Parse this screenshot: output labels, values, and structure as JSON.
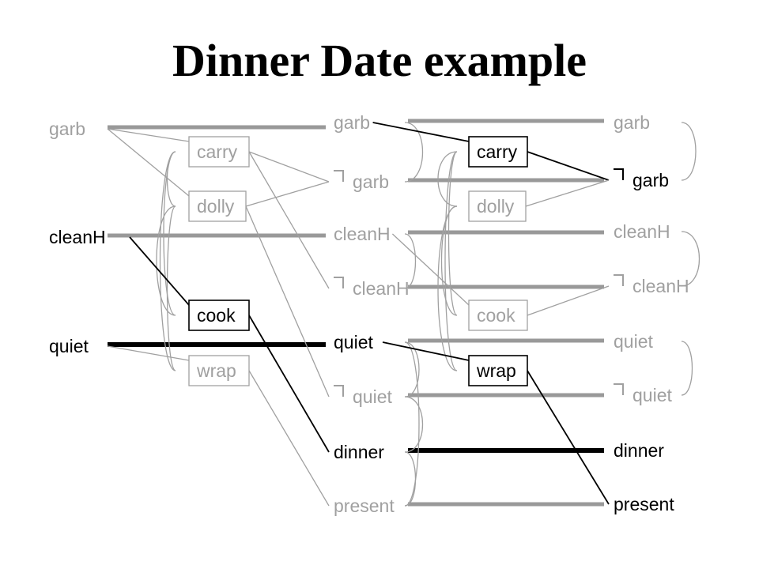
{
  "title": "Dinner Date example",
  "colors": {
    "active": "#000000",
    "inactive": "#a0a0a0",
    "bar_inactive": "#999999",
    "background": "#ffffff"
  },
  "neg_symbol": "¬",
  "levels": [
    {
      "props": [
        {
          "id": "L0-garb",
          "label": "garb",
          "negated": false,
          "active": false
        },
        {
          "id": "L0-cleanH",
          "label": "cleanH",
          "negated": false,
          "active": true
        },
        {
          "id": "L0-quiet",
          "label": "quiet",
          "negated": false,
          "active": true
        }
      ],
      "bars": [
        {
          "prop": "L0-garb",
          "active": false
        },
        {
          "prop": "L0-cleanH",
          "active": false
        },
        {
          "prop": "L0-quiet",
          "active": true
        }
      ]
    },
    {
      "props": [
        {
          "id": "L1-garb",
          "label": "garb",
          "negated": false,
          "active": false
        },
        {
          "id": "L1-ngarb",
          "label": "garb",
          "negated": true,
          "active": false
        },
        {
          "id": "L1-cleanH",
          "label": "cleanH",
          "negated": false,
          "active": false
        },
        {
          "id": "L1-ncleanH",
          "label": "cleanH",
          "negated": true,
          "active": false
        },
        {
          "id": "L1-quiet",
          "label": "quiet",
          "negated": false,
          "active": true
        },
        {
          "id": "L1-nquiet",
          "label": "quiet",
          "negated": true,
          "active": false
        },
        {
          "id": "L1-dinner",
          "label": "dinner",
          "negated": false,
          "active": true
        },
        {
          "id": "L1-present",
          "label": "present",
          "negated": false,
          "active": false
        }
      ],
      "bars": [
        {
          "prop": "L1-garb",
          "active": false
        },
        {
          "prop": "L1-ngarb",
          "active": false
        },
        {
          "prop": "L1-cleanH",
          "active": false
        },
        {
          "prop": "L1-ncleanH",
          "active": false
        },
        {
          "prop": "L1-quiet",
          "active": false
        },
        {
          "prop": "L1-nquiet",
          "active": false
        },
        {
          "prop": "L1-dinner",
          "active": true
        },
        {
          "prop": "L1-present",
          "active": false
        }
      ]
    },
    {
      "props": [
        {
          "id": "L2-garb",
          "label": "garb",
          "negated": false,
          "active": false
        },
        {
          "id": "L2-ngarb",
          "label": "garb",
          "negated": true,
          "active": true
        },
        {
          "id": "L2-cleanH",
          "label": "cleanH",
          "negated": false,
          "active": false
        },
        {
          "id": "L2-ncleanH",
          "label": "cleanH",
          "negated": true,
          "active": false
        },
        {
          "id": "L2-quiet",
          "label": "quiet",
          "negated": false,
          "active": false
        },
        {
          "id": "L2-nquiet",
          "label": "quiet",
          "negated": true,
          "active": false
        },
        {
          "id": "L2-dinner",
          "label": "dinner",
          "negated": false,
          "active": true
        },
        {
          "id": "L2-present",
          "label": "present",
          "negated": false,
          "active": true
        }
      ],
      "bars": []
    }
  ],
  "actions": [
    {
      "id": "A1-carry",
      "label": "carry",
      "active": false
    },
    {
      "id": "A1-dolly",
      "label": "dolly",
      "active": false
    },
    {
      "id": "A1-cook",
      "label": "cook",
      "active": true
    },
    {
      "id": "A1-wrap",
      "label": "wrap",
      "active": false
    },
    {
      "id": "A2-carry",
      "label": "carry",
      "active": true
    },
    {
      "id": "A2-dolly",
      "label": "dolly",
      "active": false
    },
    {
      "id": "A2-cook",
      "label": "cook",
      "active": false
    },
    {
      "id": "A2-wrap",
      "label": "wrap",
      "active": true
    }
  ],
  "edges": [
    {
      "from": "L0-cleanH",
      "to": "A1-cook",
      "active": true
    },
    {
      "from": "A1-cook",
      "to": "L1-dinner",
      "active": true
    },
    {
      "from": "L0-garb",
      "to": "A1-carry",
      "active": false
    },
    {
      "from": "L0-garb",
      "to": "A1-dolly",
      "active": false
    },
    {
      "from": "L0-quiet",
      "to": "A1-wrap",
      "active": false
    },
    {
      "from": "A1-carry",
      "to": "L1-ngarb",
      "active": false
    },
    {
      "from": "A1-carry",
      "to": "L1-ncleanH",
      "active": false
    },
    {
      "from": "A1-dolly",
      "to": "L1-ngarb",
      "active": false
    },
    {
      "from": "A1-dolly",
      "to": "L1-nquiet",
      "active": false
    },
    {
      "from": "A1-wrap",
      "to": "L1-present",
      "active": false
    },
    {
      "from": "L1-quiet",
      "to": "A2-wrap",
      "active": true
    },
    {
      "from": "A2-carry",
      "to": "L2-ngarb",
      "active": true
    },
    {
      "from": "L1-garb",
      "to": "A2-carry",
      "active": true
    },
    {
      "from": "A2-wrap",
      "to": "L2-present",
      "active": true
    },
    {
      "from": "A2-dolly",
      "to": "L2-ngarb",
      "active": false
    },
    {
      "from": "L1-cleanH",
      "to": "A2-cook",
      "active": false
    },
    {
      "from": "A2-cook",
      "to": "L2-ncleanH",
      "active": false
    }
  ],
  "mutex_arcs": [
    {
      "level": 0,
      "a": "A1-carry",
      "b": "A1-dolly"
    },
    {
      "level": 0,
      "a": "A1-carry",
      "b": "A1-cook"
    },
    {
      "level": 0,
      "a": "A1-carry",
      "b": "A1-wrap"
    },
    {
      "level": 0,
      "a": "A1-dolly",
      "b": "A1-cook"
    },
    {
      "level": 0,
      "a": "A1-dolly",
      "b": "A1-wrap"
    },
    {
      "level": 1,
      "a": "L1-garb",
      "b": "L1-ngarb"
    },
    {
      "level": 1,
      "a": "L1-cleanH",
      "b": "L1-ncleanH"
    },
    {
      "level": 1,
      "a": "L1-quiet",
      "b": "L1-nquiet"
    },
    {
      "level": 1,
      "a": "L1-nquiet",
      "b": "L1-dinner"
    },
    {
      "level": 1,
      "a": "L1-dinner",
      "b": "L1-present"
    },
    {
      "level": 1,
      "a": "L1-quiet",
      "b": "L1-present"
    },
    {
      "level": 2,
      "a": "A2-carry",
      "b": "A2-dolly"
    },
    {
      "level": 2,
      "a": "A2-carry",
      "b": "A2-cook"
    },
    {
      "level": 2,
      "a": "A2-carry",
      "b": "A2-wrap"
    },
    {
      "level": 2,
      "a": "A2-dolly",
      "b": "A2-cook"
    },
    {
      "level": 2,
      "a": "A2-dolly",
      "b": "A2-wrap"
    },
    {
      "level": 3,
      "a": "L2-garb",
      "b": "L2-ngarb"
    },
    {
      "level": 3,
      "a": "L2-cleanH",
      "b": "L2-ncleanH"
    },
    {
      "level": 3,
      "a": "L2-quiet",
      "b": "L2-nquiet"
    }
  ]
}
